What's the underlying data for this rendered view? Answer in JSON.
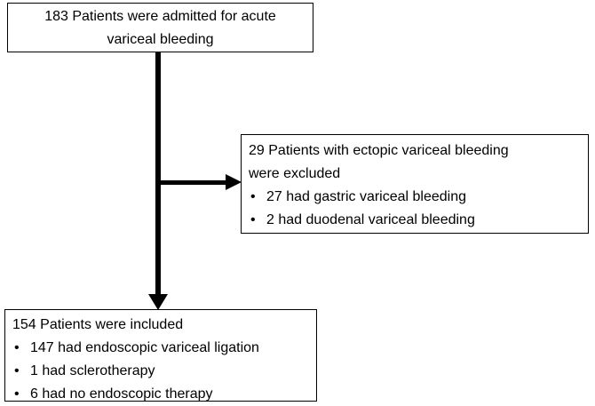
{
  "diagram": {
    "title": "Patient enrollment flow for acute variceal bleeding",
    "background_color": "#ffffff",
    "line_color": "#000000",
    "text_color": "#000000",
    "nodes": {
      "enrolled": {
        "lines": [
          "183 Patients were admitted for acute",
          "variceal bleeding"
        ]
      },
      "excluded": {
        "lines": [
          "29 Patients with ectopic variceal bleeding",
          "were excluded"
        ],
        "bullets": [
          "27 had gastric variceal bleeding",
          "2 had duodenal variceal bleeding"
        ],
        "bullet_mark": "•"
      },
      "included": {
        "lines": [
          "154 Patients were included"
        ],
        "bullets": [
          "147 had endoscopic variceal ligation",
          "1 had sclerotherapy",
          "6 had no endoscopic therapy"
        ],
        "bullet_mark": "•"
      }
    }
  }
}
